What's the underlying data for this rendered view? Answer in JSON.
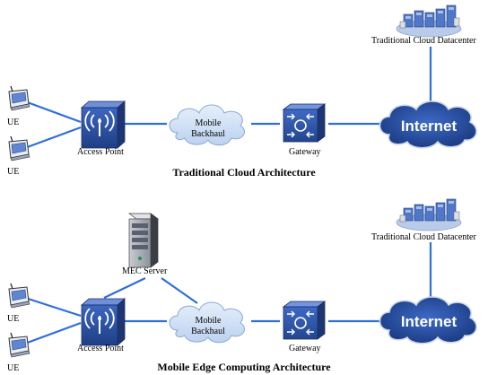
{
  "sections": [
    {
      "title": "Traditional Cloud Architecture",
      "ue_labels": [
        "UE",
        "UE"
      ],
      "access_point": "Access Point",
      "backhaul": [
        "Mobile",
        "Backhaul"
      ],
      "gateway": "Gateway",
      "internet": "Internet",
      "datacenter": "Traditional Cloud Datacenter"
    },
    {
      "title": "Mobile Edge Computing Architecture",
      "ue_labels": [
        "UE",
        "UE"
      ],
      "access_point": "Access Point",
      "backhaul": [
        "Mobile",
        "Backhaul"
      ],
      "gateway": "Gateway",
      "internet": "Internet",
      "datacenter": "Traditional Cloud Datacenter",
      "mec_server": "MEC Server"
    }
  ],
  "colors": {
    "link": "#2f6fd6",
    "device_blue": "#2e55a8",
    "internet_cloud": "#2a4f9e",
    "backhaul_cloud": "#cfe0f5"
  }
}
